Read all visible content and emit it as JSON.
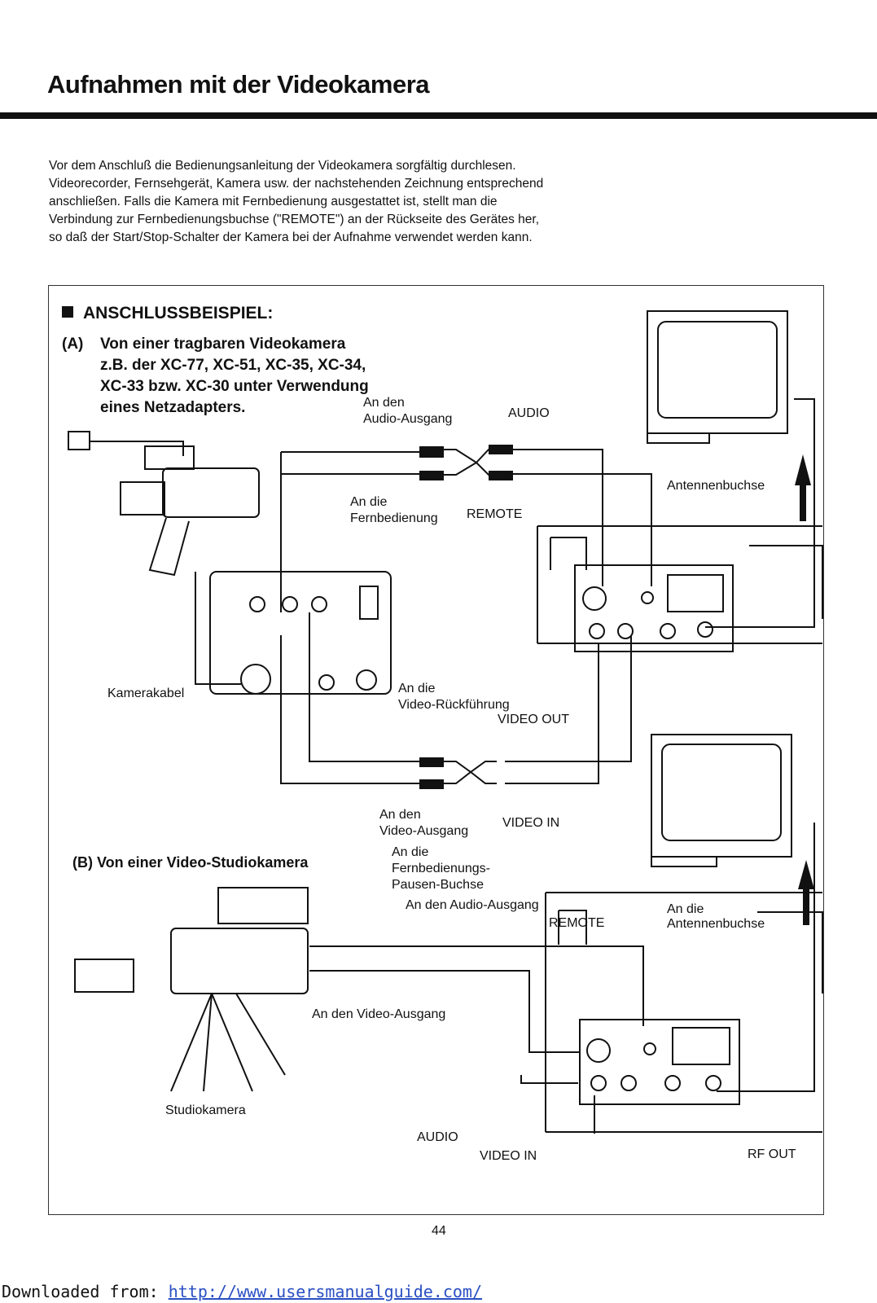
{
  "page": {
    "title": "Aufnahmen mit der Videokamera",
    "intro_lines": [
      "Vor dem Anschluß die Bedienungsanleitung der Videokamera sorgfältig durchlesen.",
      "Videorecorder, Fernsehgerät, Kamera usw. der nachstehenden Zeichnung entsprechend",
      "anschließen. Falls die Kamera mit Fernbedienung ausgestattet ist, stellt man die",
      "Verbindung zur Fernbedienungsbuchse (\"REMOTE\") an der Rückseite des Gerätes her,",
      "so daß der Start/Stop-Schalter der Kamera bei der Aufnahme verwendet werden kann."
    ],
    "page_number": "44"
  },
  "diagram": {
    "heading": "ANSCHLUSSBEISPIEL:",
    "section_a": {
      "label": "(A)",
      "lines": [
        "Von einer tragbaren Videokamera",
        "z.B. der XC-77, XC-51, XC-35, XC-34,",
        "XC-33 bzw. XC-30 unter Verwendung",
        "eines Netzadapters."
      ]
    },
    "section_b": {
      "label": "(B) Von einer Video-Studiokamera"
    },
    "labels_a": {
      "an_den": "An den",
      "audio_ausgang": "Audio-Ausgang",
      "audio": "AUDIO",
      "an_die_fern_1": "An die",
      "fernbedienung": "Fernbedienung",
      "remote": "REMOTE",
      "antennenbuchse": "Antennenbuchse",
      "kamerakabel": "Kamerakabel",
      "an_die_video": "An die",
      "video_rueck": "Video-Rückführung",
      "video_out": "VIDEO OUT",
      "an_den_video": "An den",
      "video_ausgang": "Video-Ausgang",
      "video_in": "VIDEO IN"
    },
    "labels_b": {
      "an_die_fern": "An die",
      "fern_pausen_1": "Fernbedienungs-",
      "fern_pausen_2": "Pausen-Buchse",
      "audio_ausgang": "An den Audio-Ausgang",
      "remote": "REMOTE",
      "an_die_ant": "An die",
      "antennenbuchse": "Antennenbuchse",
      "video_ausgang": "An den Video-Ausgang",
      "studiokamera": "Studiokamera",
      "audio": "AUDIO",
      "video_in": "VIDEO IN",
      "rf_out": "RF OUT"
    }
  },
  "footer": {
    "prefix": "Downloaded from: ",
    "link": "http://www.usersmanualguide.com/"
  }
}
